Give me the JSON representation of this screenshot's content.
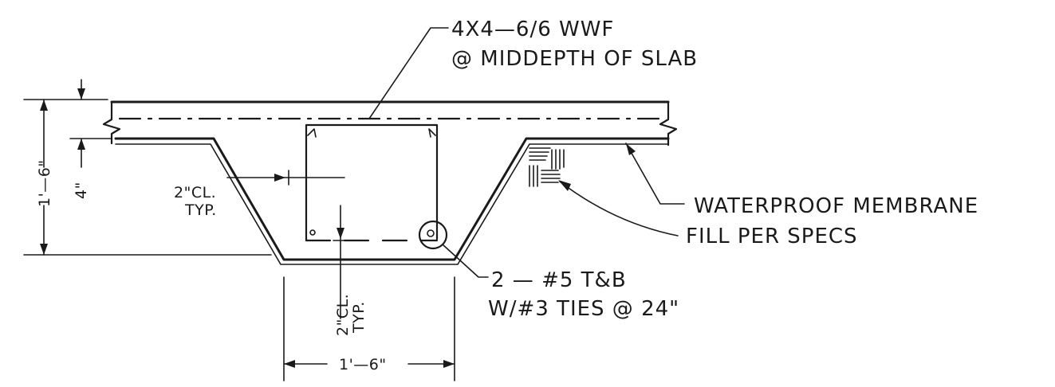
{
  "labels": {
    "wwf_line1": "4X4—6/6 WWF",
    "wwf_line2": "@ MIDDEPTH OF SLAB",
    "waterproof": "WATERPROOF MEMBRANE",
    "fill": "FILL PER SPECS",
    "rebar_line1": "2 — #5 T&B",
    "rebar_line2": "W/#3 TIES @ 24\"",
    "cover_side_line1": "2\"CL.",
    "cover_side_line2": "TYP.",
    "cover_bottom_line1": "2\"CL.",
    "cover_bottom_line2": "TYP.",
    "total_depth": "1'—6\"",
    "slab_depth": "4\"",
    "beam_width": "1'—6\""
  }
}
